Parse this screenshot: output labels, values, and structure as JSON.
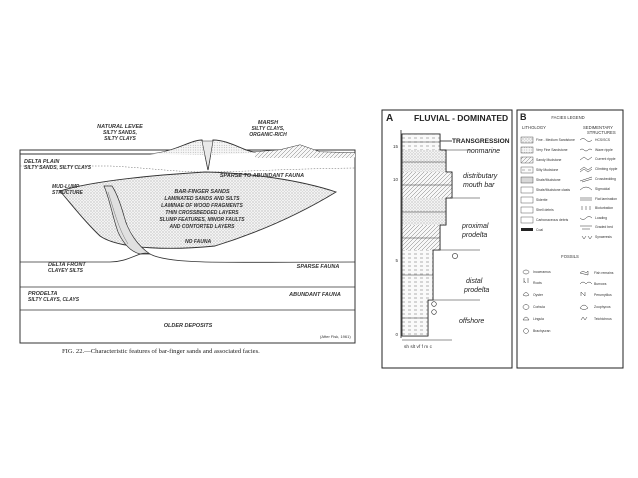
{
  "left_figure": {
    "labels": {
      "natural_levee": [
        "NATURAL LEVEE",
        "SILTY SANDS,",
        "SILTY CLAYS"
      ],
      "marsh": [
        "MARSH",
        "SILTY CLAYS,",
        "ORGANIC-RICH"
      ],
      "delta_plain": [
        "DELTA PLAIN",
        "SILTY SANDS, SILTY CLAYS"
      ],
      "sparse_to_abundant": "SPARSE TO ABUNDANT FAUNA",
      "mudlump": [
        "MUD-LUMP",
        "STRUCTURE"
      ],
      "bar_finger": [
        "BAR-FINGER SANDS",
        "LAMINATED SANDS AND SILTS",
        "LAMINAE OF WOOD FRAGMENTS",
        "THIN CROSSBEDDED LAYERS",
        "SLUMP FEATURES, MINOR FAULTS",
        "AND CONTORTED LAYERS"
      ],
      "no_fauna": "NO FAUNA",
      "delta_front": [
        "DELTA FRONT",
        "CLAYEY SILTS"
      ],
      "sparse_fauna": "SPARSE FAUNA",
      "prodelta": [
        "PRODELTA",
        "SILTY CLAYS, CLAYS"
      ],
      "abundant_fauna": "ABUNDANT FAUNA",
      "older_deposits": "OLDER DEPOSITS",
      "credit": "(After Fisk, 1961)"
    },
    "caption": "FIG. 22.—Characteristic features of bar-finger sands and associated facies."
  },
  "right_figure": {
    "panel_a": {
      "letter": "A",
      "title": "FLUVIAL - DOMINATED",
      "transgression": "TRANSGRESSION",
      "nonmarine": "nonmarine",
      "facies": [
        "distributary",
        "mouth bar",
        "proximal",
        "prodelta",
        "distal",
        "prodelta",
        "offshore"
      ],
      "depth_ticks": [
        "15",
        "10",
        "5",
        "0"
      ],
      "grain_scale": "sh slt vf f m c"
    },
    "panel_b": {
      "letter": "B",
      "title": "FACIES LEGEND",
      "lithology_heading": "LITHOLOGY",
      "structures_heading": [
        "SEDIMENTARY",
        "STRUCTURES"
      ],
      "lithology": [
        "Fine - Medium Sandstone",
        "Very Fine Sandstone",
        "Sandy Mudstone",
        "Silty Mudstone",
        "Shale/Mudstone",
        "Shale/Mudstone clasts",
        "Siderite",
        "Shell debris",
        "Carbonaceous debris",
        "Coal"
      ],
      "structures": [
        "HCS/SCS",
        "Wave ripple",
        "Current ripple",
        "Climbing ripple",
        "Crossbedding",
        "Sigmoidal",
        "Flat lamination",
        "Bioturbation",
        "Loading",
        "Graded bed",
        "Synaeresis"
      ],
      "fossils_heading": "FOSSILS",
      "fossils_left": [
        "Inoceramus",
        "Roots",
        "Oyster",
        "Corbula",
        "Lingula",
        "Brachyuran"
      ],
      "fossils_right": [
        "Fish remains",
        "Burrows",
        "Perumytilus",
        "Zoophycos",
        "Teichichnus"
      ]
    }
  },
  "colors": {
    "ink": "#2a2a2a",
    "paper": "#ffffff",
    "stipple": "#bdbdbd"
  }
}
